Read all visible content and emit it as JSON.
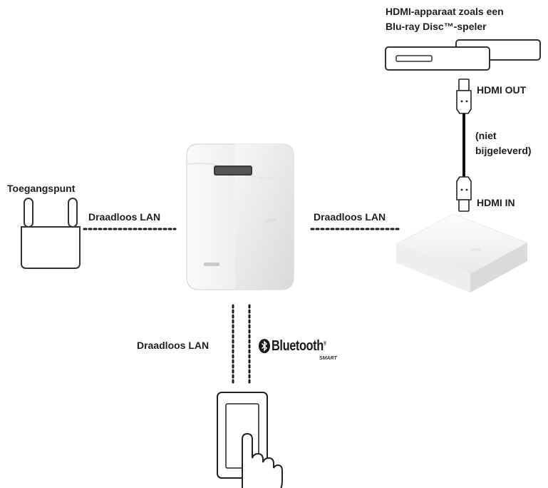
{
  "labels": {
    "hdmi_device": "HDMI-apparaat zoals een\nBlu-ray Disc™-speler",
    "hdmi_out": "HDMI OUT",
    "not_supplied": "(niet\nbijgeleverd)",
    "hdmi_in": "HDMI IN",
    "access_point": "Toegangspunt",
    "wlan_left": "Draadloos LAN",
    "wlan_right": "Draadloos LAN",
    "wlan_bottom": "Draadloos LAN",
    "bluetooth": "Bluetooth",
    "bluetooth_sub": "SMART",
    "bluetooth_reg": "®"
  },
  "icons": {
    "router": "router-icon",
    "projector": "projector-icon",
    "media_box": "media-box-icon",
    "bluray_player": "bluray-player-icon",
    "hdmi_cable": "hdmi-cable-icon",
    "phone_hand": "smartphone-hand-icon",
    "bluetooth": "bluetooth-icon"
  },
  "colors": {
    "line": "#1a1a1a",
    "device_light": "#f2f2f2",
    "device_shadow": "#d6d6d6",
    "outline": "#333333"
  }
}
